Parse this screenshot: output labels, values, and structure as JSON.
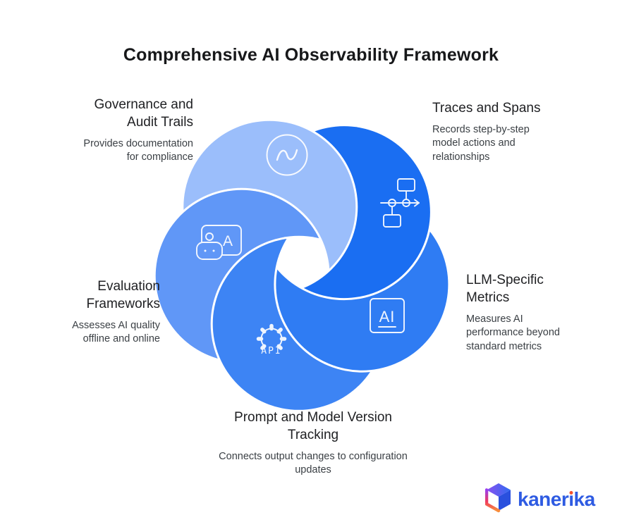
{
  "title": "Comprehensive AI Observability Framework",
  "segments": [
    {
      "name": "Governance and Audit Trails",
      "heading": "Governance and\nAudit Trails",
      "description": "Provides documentation\nfor compliance",
      "color": "#9BBEFB",
      "icon": "sync-loop-icon"
    },
    {
      "name": "Traces and Spans",
      "heading": "Traces and Spans",
      "description": "Records step-by-step\nmodel actions and\nrelationships",
      "color": "#1A6EF2",
      "icon": "flowchart-trace-icon"
    },
    {
      "name": "LLM-Specific Metrics",
      "heading": "LLM-Specific\nMetrics",
      "description": "Measures AI\nperformance beyond\nstandard metrics",
      "color": "#2F7CF3",
      "icon": "ai-badge-icon",
      "icon_label": "AI"
    },
    {
      "name": "Prompt and Model Version Tracking",
      "heading": "Prompt and Model Version\nTracking",
      "description": "Connects output changes to configuration\nupdates",
      "color": "#3D84F4",
      "icon": "api-gear-icon",
      "icon_label": "API"
    },
    {
      "name": "Evaluation Frameworks",
      "heading": "Evaluation\nFrameworks",
      "description": "Assesses AI quality\noffline and online",
      "color": "#6097F7",
      "icon": "evaluation-board-icon",
      "icon_label": "A"
    }
  ],
  "brand": {
    "name": "kanerika",
    "word_pre": "kaner",
    "word_i": "ı",
    "word_post": "ka",
    "blue": "#2E5BE2",
    "accent": "#F4502F"
  }
}
